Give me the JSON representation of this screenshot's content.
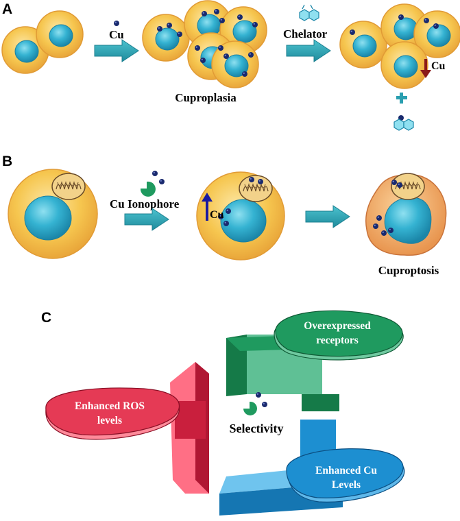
{
  "panels": {
    "a": {
      "letter": "A",
      "cu_label": "Cu",
      "chelator_label": "Chelator",
      "cuproplasia_label": "Cuproplasia",
      "cu_down_label": "Cu"
    },
    "b": {
      "letter": "B",
      "ionophore_label": "Cu Ionophore",
      "cu_up_label": "Cu",
      "cuproptosis_label": "Cuproptosis"
    },
    "c": {
      "letter": "C",
      "center_label": "Selectivity",
      "green_line1": "Overexpressed",
      "green_line2": "receptors",
      "red_line1": "Enhanced ROS",
      "red_line2": "levels",
      "blue_line1": "Enhanced Cu",
      "blue_line2": "Levels"
    }
  },
  "colors": {
    "cell_fill": "#f5c24c",
    "cell_edge": "#e8a53a",
    "nucleus": "#2aa7c9",
    "arrow": "#2a9fb0",
    "copper_dot": "#1a2a6e",
    "green": "#1f9a5f",
    "red": "#e53a55",
    "blue": "#1d8fd1"
  }
}
